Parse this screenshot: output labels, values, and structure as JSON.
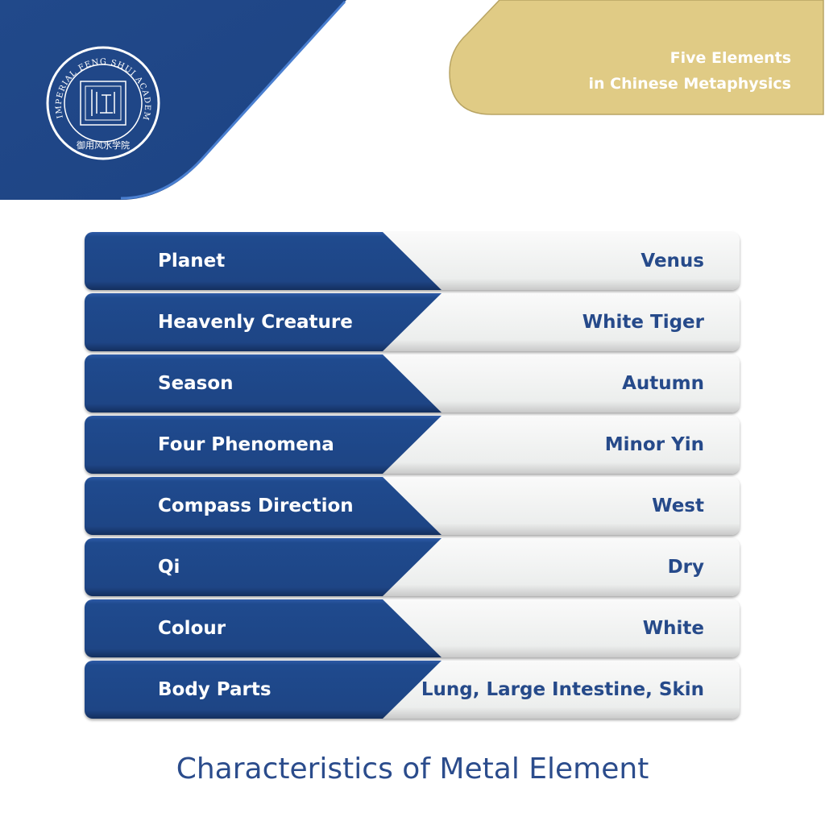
{
  "header": {
    "logo_text": "IMPERIAL FENG SHUI ACADEMY",
    "logo_chinese": "御用风水学院",
    "title_line1": "Five Elements",
    "title_line2": "in Chinese Metaphysics"
  },
  "colors": {
    "blue": "#1f4a8e",
    "gold": "#e0cb85",
    "value_text": "#264a8a"
  },
  "rows": [
    {
      "label": "Planet",
      "value": "Venus"
    },
    {
      "label": "Heavenly Creature",
      "value": "White Tiger"
    },
    {
      "label": "Season",
      "value": "Autumn"
    },
    {
      "label": "Four Phenomena",
      "value": "Minor Yin"
    },
    {
      "label": "Compass Direction",
      "value": "West"
    },
    {
      "label": "Qi",
      "value": "Dry"
    },
    {
      "label": "Colour",
      "value": "White"
    },
    {
      "label": "Body Parts",
      "value": "Lung, Large Intestine, Skin"
    }
  ],
  "caption": "Characteristics of Metal Element"
}
